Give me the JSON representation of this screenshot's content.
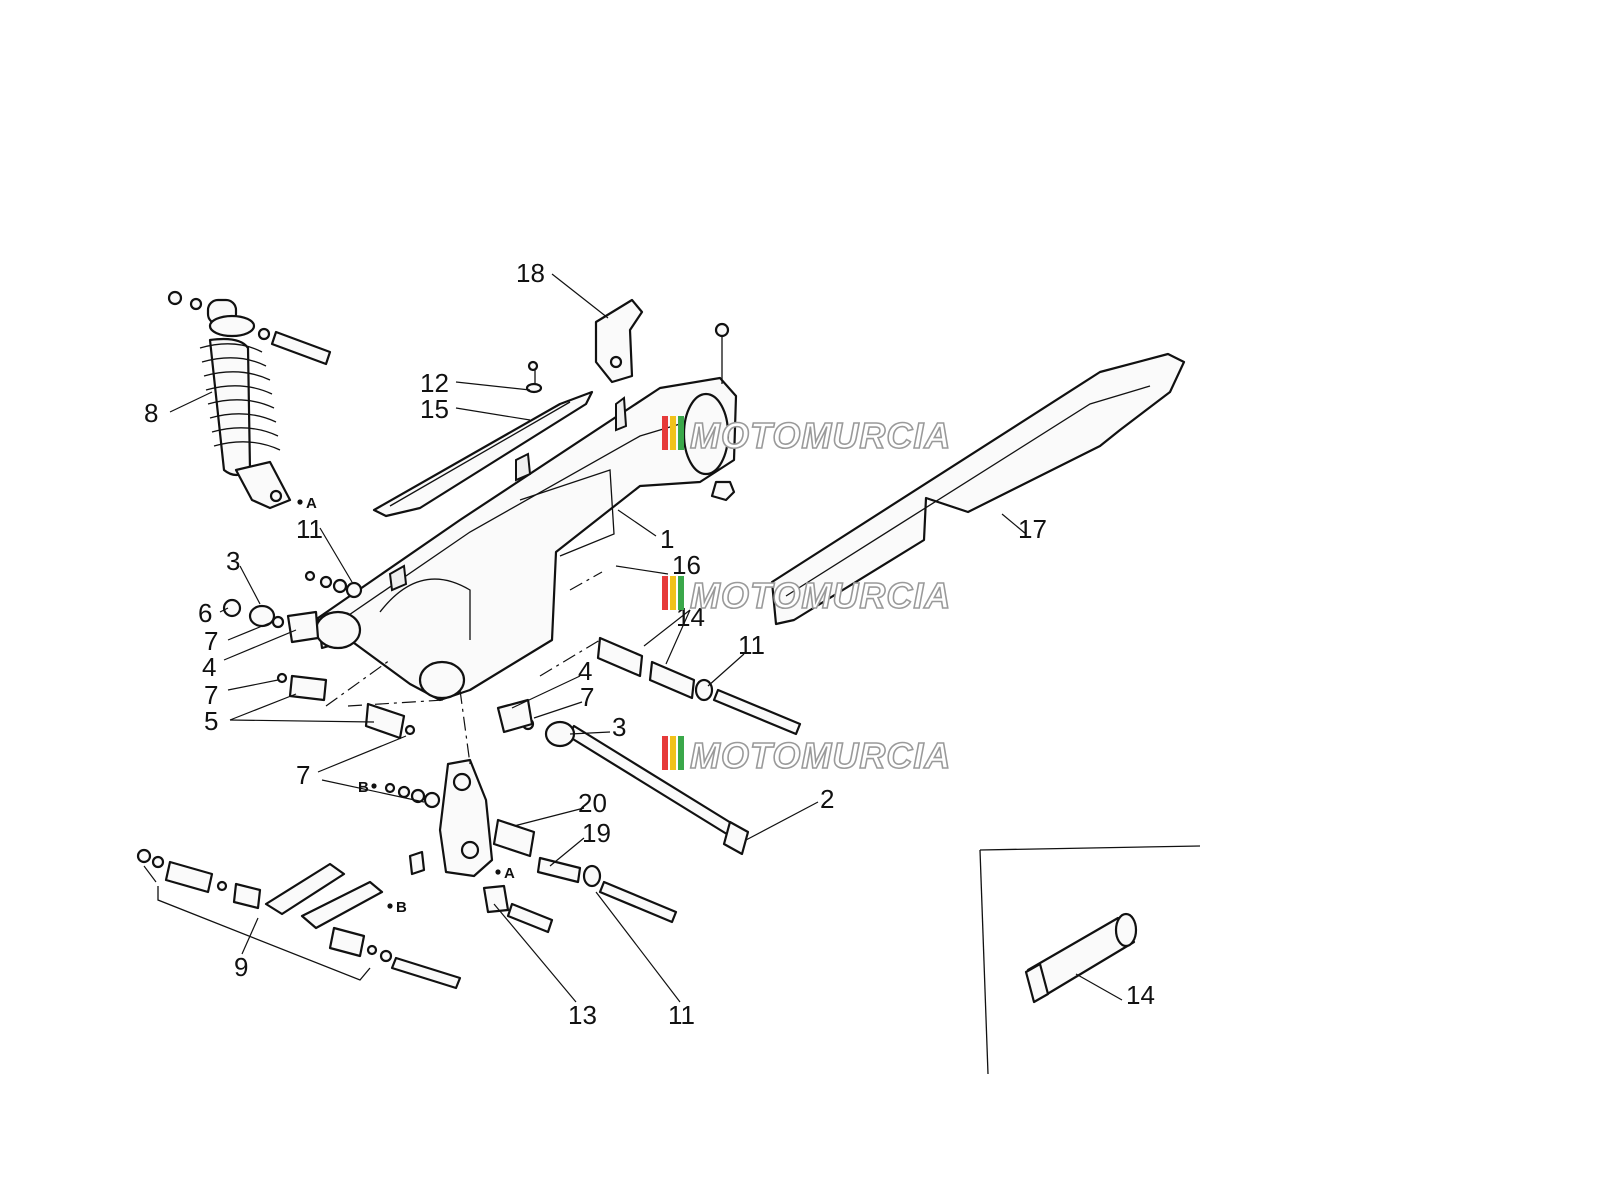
{
  "callouts": {
    "c1": "1",
    "c2": "2",
    "c3a": "3",
    "c3b": "3",
    "c4a": "4",
    "c4b": "4",
    "c5": "5",
    "c6": "6",
    "c7a": "7",
    "c7b": "7",
    "c7c": "7",
    "c7d": "7",
    "c8": "8",
    "c9": "9",
    "c11a": "11",
    "c11b": "11",
    "c11c": "11",
    "c12": "12",
    "c13": "13",
    "c14a": "14",
    "c14b": "14",
    "c15": "15",
    "c16": "16",
    "c17": "17",
    "c18": "18",
    "c19": "19",
    "c20": "20"
  },
  "refs": {
    "a1": "A",
    "a2": "A",
    "b1": "B",
    "b2": "B"
  },
  "watermark": {
    "text": "MOTOMURCIA",
    "stripe_colors": [
      "#e63a3a",
      "#f2c21a",
      "#3aa84a"
    ]
  }
}
